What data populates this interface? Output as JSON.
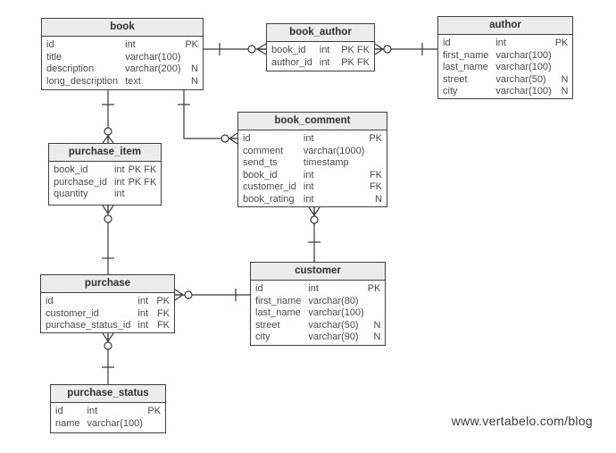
{
  "diagram": {
    "type": "entity-relationship-diagram",
    "notation": "crow's foot",
    "watermark": "www.vertabelo.com/blog",
    "colors": {
      "background": "#ffffff",
      "entity_header_fill": "#ececec",
      "entity_border": "#3f3f3f",
      "text": "#4a4a4a",
      "line": "#383838"
    }
  },
  "entities": {
    "book": {
      "title": "book",
      "columns": [
        {
          "name": "id",
          "type": "int",
          "flags": "PK"
        },
        {
          "name": "title",
          "type": "varchar(100)",
          "flags": ""
        },
        {
          "name": "description",
          "type": "varchar(200)",
          "flags": "N"
        },
        {
          "name": "long_description",
          "type": "text",
          "flags": "N"
        }
      ]
    },
    "book_author": {
      "title": "book_author",
      "columns": [
        {
          "name": "book_id",
          "type": "int",
          "flags": "PK FK"
        },
        {
          "name": "author_id",
          "type": "int",
          "flags": "PK FK"
        }
      ]
    },
    "author": {
      "title": "author",
      "columns": [
        {
          "name": "id",
          "type": "int",
          "flags": "PK"
        },
        {
          "name": "first_name",
          "type": "varchar(100)",
          "flags": ""
        },
        {
          "name": "last_name",
          "type": "varchar(100)",
          "flags": ""
        },
        {
          "name": "street",
          "type": "varchar(50)",
          "flags": "N"
        },
        {
          "name": "city",
          "type": "varchar(100)",
          "flags": "N"
        }
      ]
    },
    "book_comment": {
      "title": "book_comment",
      "columns": [
        {
          "name": "id",
          "type": "int",
          "flags": "PK"
        },
        {
          "name": "comment",
          "type": "varchar(1000)",
          "flags": ""
        },
        {
          "name": "send_ts",
          "type": "timestamp",
          "flags": ""
        },
        {
          "name": "book_id",
          "type": "int",
          "flags": "FK"
        },
        {
          "name": "customer_id",
          "type": "int",
          "flags": "FK"
        },
        {
          "name": "book_rating",
          "type": "int",
          "flags": "N"
        }
      ]
    },
    "purchase_item": {
      "title": "purchase_item",
      "columns": [
        {
          "name": "book_id",
          "type": "int",
          "flags": "PK FK"
        },
        {
          "name": "purchase_id",
          "type": "int",
          "flags": "PK FK"
        },
        {
          "name": "quantity",
          "type": "int",
          "flags": ""
        }
      ]
    },
    "purchase": {
      "title": "purchase",
      "columns": [
        {
          "name": "id",
          "type": "int",
          "flags": "PK"
        },
        {
          "name": "customer_id",
          "type": "int",
          "flags": "FK"
        },
        {
          "name": "purchase_status_id",
          "type": "int",
          "flags": "FK"
        }
      ]
    },
    "customer": {
      "title": "customer",
      "columns": [
        {
          "name": "id",
          "type": "int",
          "flags": "PK"
        },
        {
          "name": "first_name",
          "type": "varchar(80)",
          "flags": ""
        },
        {
          "name": "last_name",
          "type": "varchar(100)",
          "flags": ""
        },
        {
          "name": "street",
          "type": "varchar(50)",
          "flags": "N"
        },
        {
          "name": "city",
          "type": "varchar(90)",
          "flags": "N"
        }
      ]
    },
    "purchase_status": {
      "title": "purchase_status",
      "columns": [
        {
          "name": "id",
          "type": "int",
          "flags": "PK"
        },
        {
          "name": "name",
          "type": "varchar(100)",
          "flags": ""
        }
      ]
    }
  },
  "relationships": [
    {
      "one": "book",
      "many": "book_author",
      "cardinality": "1 : 0..N"
    },
    {
      "one": "author",
      "many": "book_author",
      "cardinality": "1 : 0..N"
    },
    {
      "one": "book",
      "many": "purchase_item",
      "cardinality": "1 : 0..N"
    },
    {
      "one": "book",
      "many": "book_comment",
      "cardinality": "1 : 0..N"
    },
    {
      "one": "customer",
      "many": "book_comment",
      "cardinality": "1 : 0..N"
    },
    {
      "one": "purchase",
      "many": "purchase_item",
      "cardinality": "1 : 0..N"
    },
    {
      "one": "customer",
      "many": "purchase",
      "cardinality": "1 : 0..N"
    },
    {
      "one": "purchase_status",
      "many": "purchase",
      "cardinality": "1 : 0..N"
    }
  ]
}
